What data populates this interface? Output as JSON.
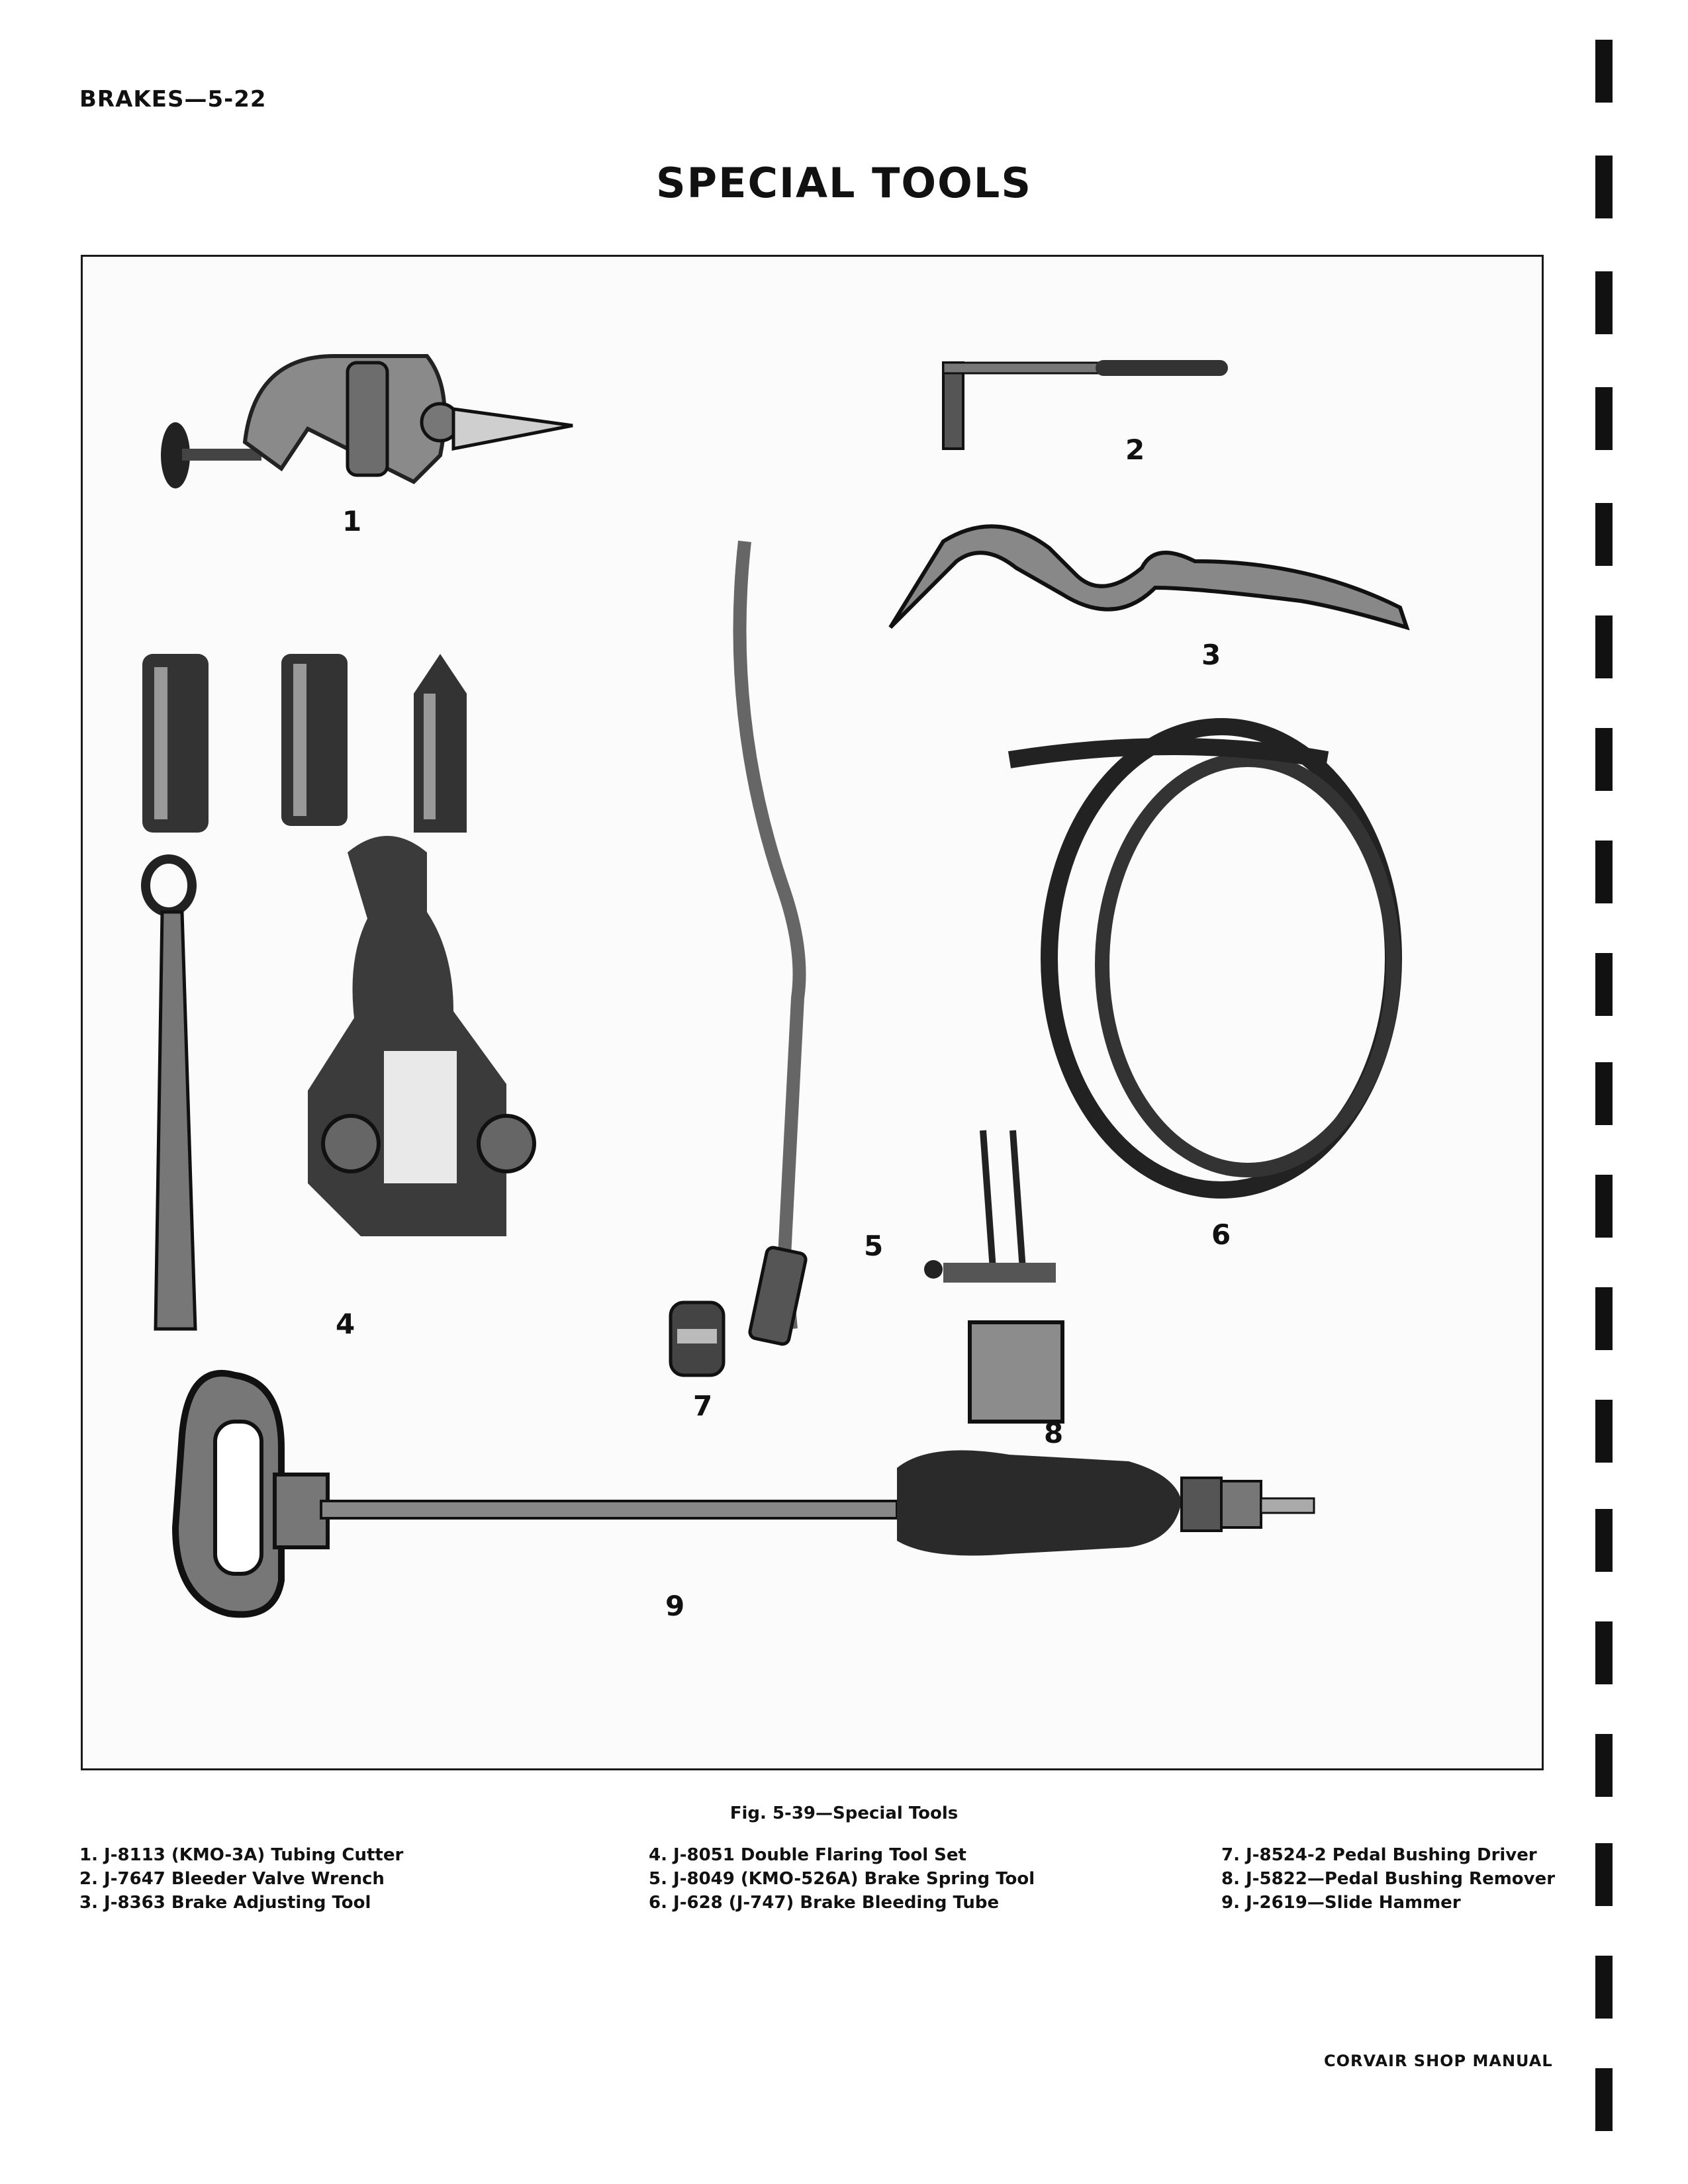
{
  "page": {
    "header": "BRAKES—5-22",
    "title": "SPECIAL TOOLS",
    "footer": "CORVAIR SHOP MANUAL"
  },
  "figure": {
    "caption": "Fig. 5-39—Special Tools",
    "callouts": [
      "1",
      "2",
      "3",
      "4",
      "5",
      "6",
      "7",
      "8",
      "9"
    ]
  },
  "legend": {
    "column1": [
      "1. J-8113 (KMO-3A) Tubing Cutter",
      "2. J-7647 Bleeder Valve Wrench",
      "3. J-8363 Brake Adjusting Tool"
    ],
    "column2": [
      "4. J-8051 Double Flaring Tool Set",
      "5. J-8049 (KMO-526A) Brake Spring Tool",
      "6. J-628 (J-747) Brake Bleeding Tube"
    ],
    "column3": [
      "7. J-8524-2 Pedal Bushing Driver",
      "8. J-5822—Pedal Bushing Remover",
      "9. J-2619—Slide Hammer"
    ]
  }
}
